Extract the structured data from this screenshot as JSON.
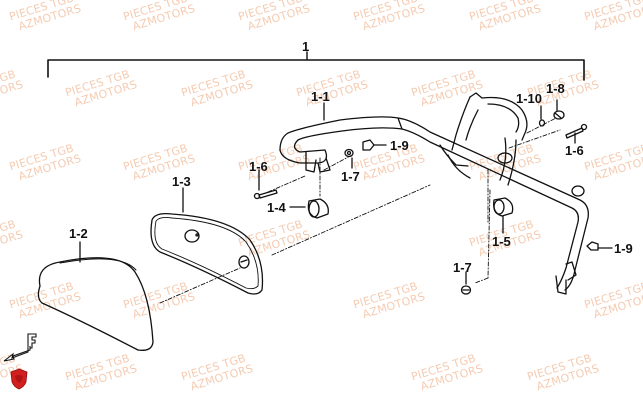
{
  "diagram": {
    "title": "Exploded parts diagram - rear carrier / backrest assembly",
    "watermark": {
      "line1": "PIECES TGB",
      "line2": "AZMOTORS",
      "color": "#f3c2a4"
    },
    "labels": [
      {
        "id": "1",
        "text": "1"
      },
      {
        "id": "1-1",
        "text": "1-1"
      },
      {
        "id": "1-2",
        "text": "1-2"
      },
      {
        "id": "1-3",
        "text": "1-3"
      },
      {
        "id": "1-4",
        "text": "1-4"
      },
      {
        "id": "1-5",
        "text": "1-5"
      },
      {
        "id": "1-6a",
        "text": "1-6"
      },
      {
        "id": "1-6b",
        "text": "1-6"
      },
      {
        "id": "1-7a",
        "text": "1-7"
      },
      {
        "id": "1-7b",
        "text": "1-7"
      },
      {
        "id": "1-8",
        "text": "1-8"
      },
      {
        "id": "1-9a",
        "text": "1-9"
      },
      {
        "id": "1-9b",
        "text": "1-9"
      },
      {
        "id": "1-10",
        "text": "1-10"
      }
    ],
    "parts": [
      {
        "ref": "1-1",
        "name": "rear grab bar / carrier frame"
      },
      {
        "ref": "1-2",
        "name": "backrest pad"
      },
      {
        "ref": "1-3",
        "name": "backrest base plate"
      },
      {
        "ref": "1-4",
        "name": "bushing"
      },
      {
        "ref": "1-5",
        "name": "bushing"
      },
      {
        "ref": "1-6",
        "name": "bolt"
      },
      {
        "ref": "1-7",
        "name": "nut"
      },
      {
        "ref": "1-8",
        "name": "nut"
      },
      {
        "ref": "1-9",
        "name": "clip"
      },
      {
        "ref": "1-10",
        "name": "washer"
      }
    ],
    "front_indicator": "F",
    "brand_logo": "shield-logo",
    "accent_color": "#d21f1f"
  }
}
